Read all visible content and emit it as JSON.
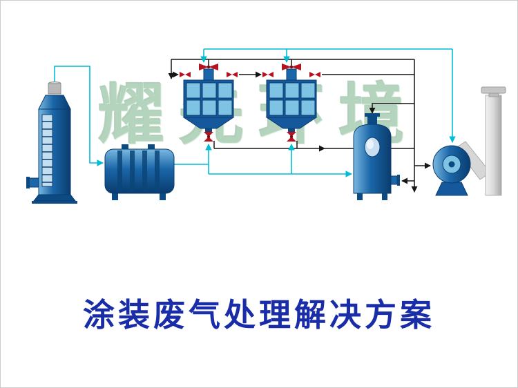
{
  "watermark": {
    "text": "耀先环境",
    "color": "#a8ccb2"
  },
  "title": {
    "text": "涂装废气处理解决方案",
    "color": "#1a2da8"
  },
  "diagram": {
    "type": "process-flow",
    "components": [
      {
        "name": "spray-scrubber-tower"
      },
      {
        "name": "activated-carbon-box"
      },
      {
        "name": "adsorption-tower-1"
      },
      {
        "name": "adsorption-tower-2"
      },
      {
        "name": "buffer-tank"
      },
      {
        "name": "centrifugal-fan"
      },
      {
        "name": "exhaust-chimney"
      }
    ],
    "colors": {
      "equipment_blue": "#15599c",
      "equipment_blue_dark": "#0c4a84",
      "panel_blue": "#7fc3e4",
      "valve_red": "#b5121f",
      "line_cyan": "#00bcd6",
      "line_black": "#151515",
      "chimney_gray": "#d7d7d7",
      "background": "#ffffff"
    }
  }
}
